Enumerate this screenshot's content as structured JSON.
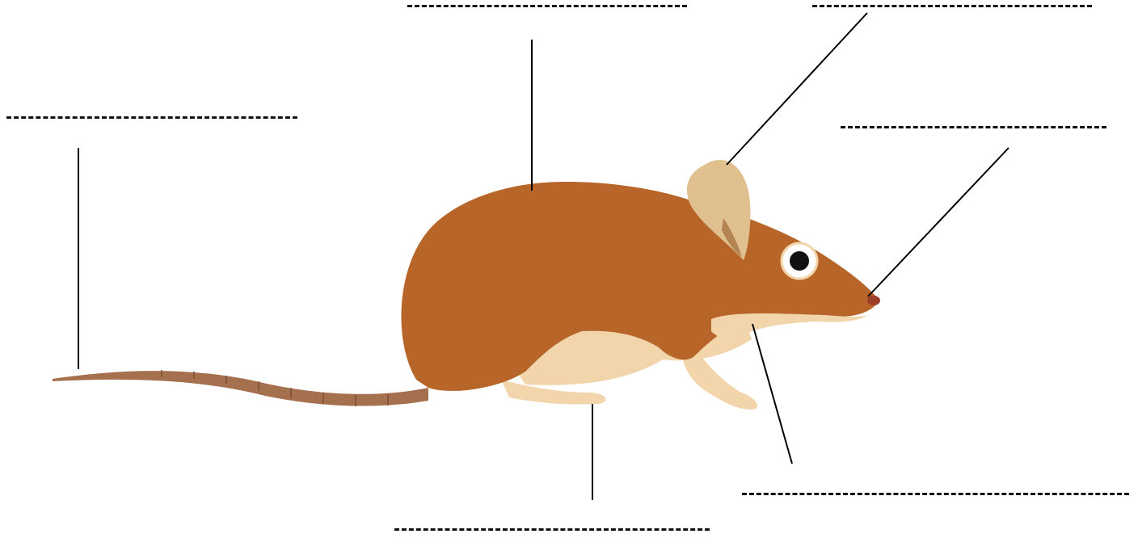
{
  "diagram": {
    "subject": "mouse",
    "blanks": [
      {
        "part": "top-center",
        "answer": ""
      },
      {
        "part": "top-right",
        "answer": ""
      },
      {
        "part": "upper-left",
        "answer": ""
      },
      {
        "part": "upper-right",
        "answer": ""
      },
      {
        "part": "lower-right",
        "answer": ""
      },
      {
        "part": "bottom-center",
        "answer": ""
      }
    ]
  },
  "colors": {
    "fur": "#b8652a",
    "fur_dark": "#a35520",
    "belly": "#f2d5ab",
    "ear_inner": "#d9b98c",
    "tail": "#a4704d",
    "line": "#000000"
  }
}
